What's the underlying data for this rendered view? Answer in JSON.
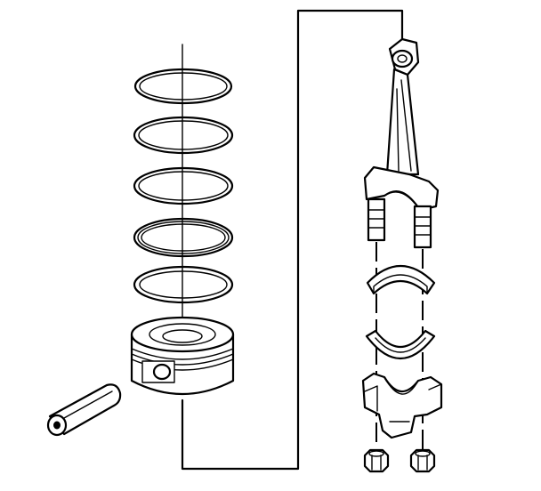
{
  "diagram": {
    "type": "exploded-view",
    "parts": [
      "piston-ring",
      "piston-ring",
      "piston-ring",
      "piston-ring",
      "piston-ring",
      "piston",
      "piston-pin",
      "connecting-rod",
      "upper-bearing-shell",
      "lower-bearing-shell",
      "connecting-rod-cap",
      "cap-nut",
      "cap-nut"
    ],
    "colors": {
      "line": "#000000",
      "background": "#ffffff"
    }
  }
}
